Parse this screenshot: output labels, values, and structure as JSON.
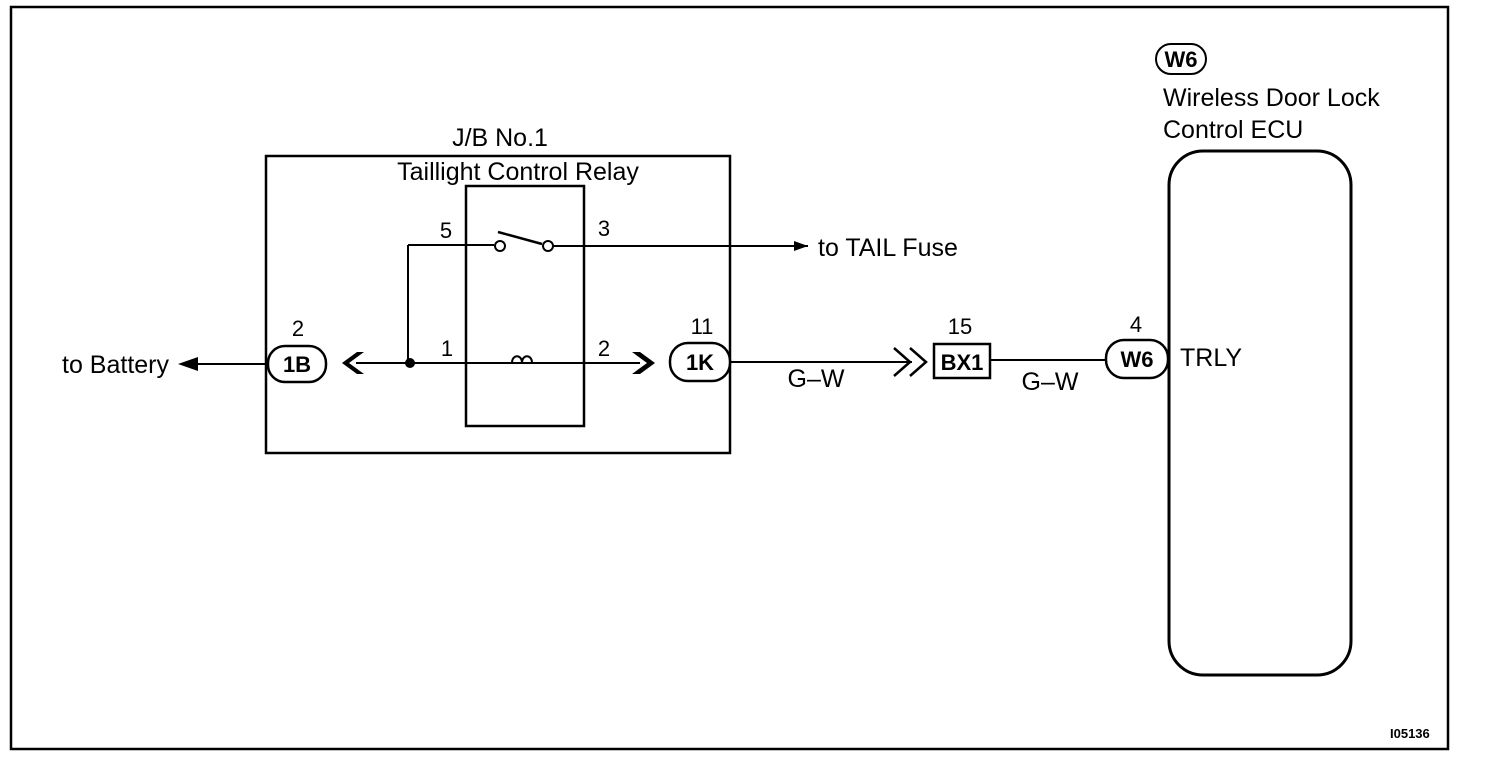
{
  "junction_block": {
    "title": "J/B No.1",
    "relay_name": "Taillight Control Relay",
    "relay_pins": {
      "switch_in": "5",
      "switch_out": "3",
      "coil_in": "1",
      "coil_out": "2"
    }
  },
  "connector_1b": {
    "label": "1B",
    "pin": "2"
  },
  "connector_1k": {
    "label": "1K",
    "pin": "11"
  },
  "connector_bx1": {
    "label": "BX1",
    "pin": "15"
  },
  "connector_w6": {
    "label": "W6",
    "pin": "4"
  },
  "ecu": {
    "code": "W6",
    "name_line1": "Wireless Door Lock",
    "name_line2": "Control ECU",
    "terminal": "TRLY"
  },
  "wires": {
    "left_color": "G–W",
    "right_color": "G–W"
  },
  "destinations": {
    "battery": "to Battery",
    "tail_fuse": "to TAIL Fuse"
  },
  "figure_id": "I05136"
}
